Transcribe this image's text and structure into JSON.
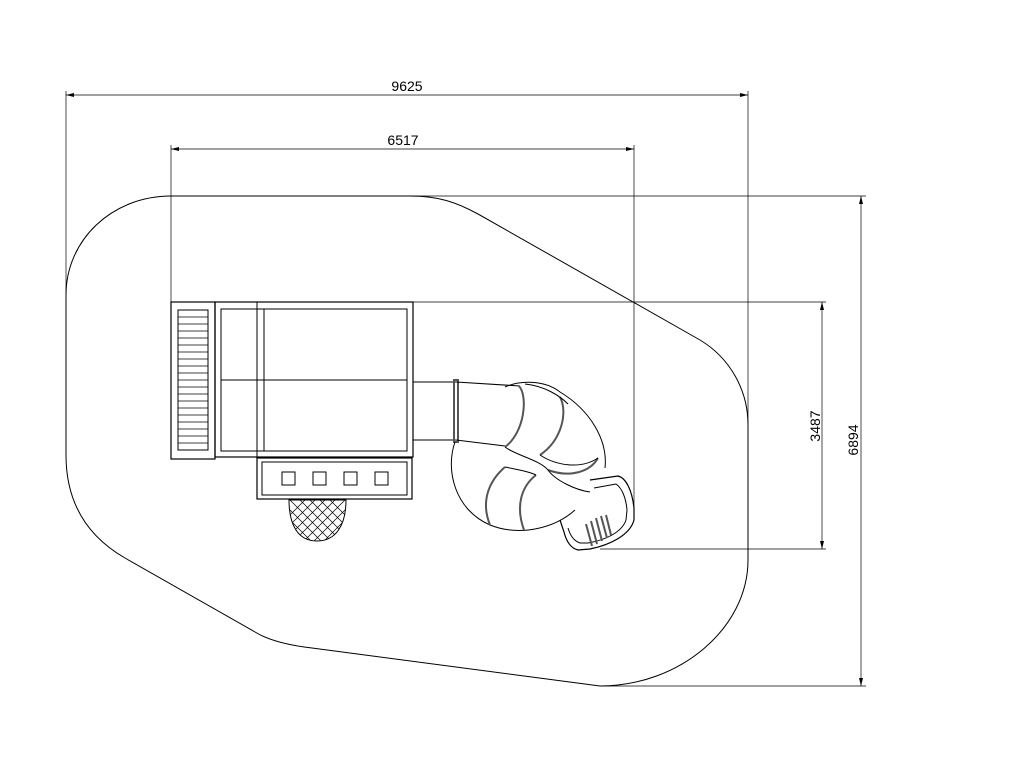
{
  "dimensions": {
    "overall_width": "9625",
    "structure_width": "6517",
    "structure_depth": "3487",
    "overall_depth": "6894"
  }
}
